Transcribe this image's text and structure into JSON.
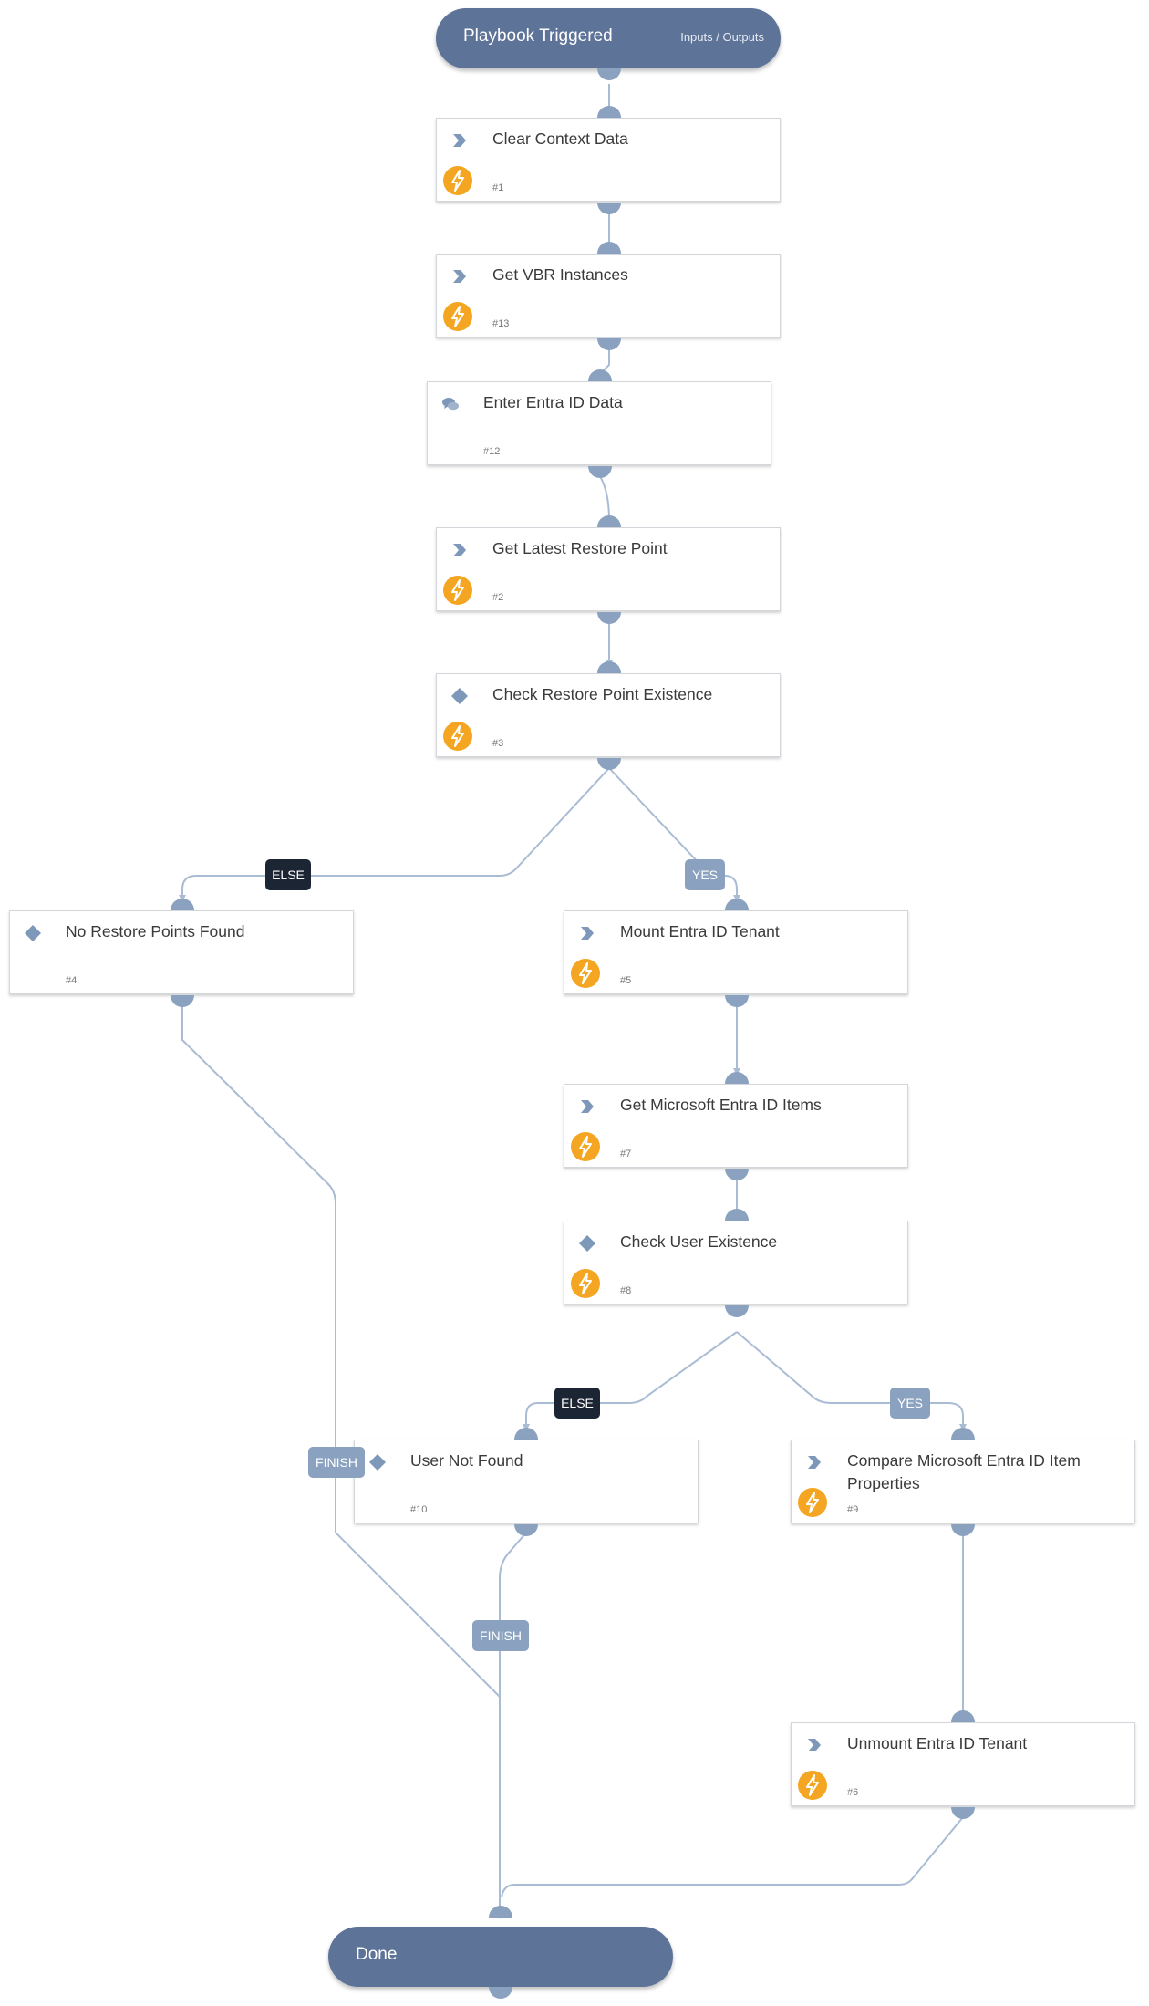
{
  "trigger": {
    "label": "Playbook Triggered",
    "link": "Inputs / Outputs"
  },
  "done": {
    "label": "Done"
  },
  "tasks": {
    "n1": {
      "title": "Clear Context Data",
      "num": "#1"
    },
    "n13": {
      "title": "Get VBR Instances",
      "num": "#13"
    },
    "n12": {
      "title": "Enter Entra ID Data",
      "num": "#12"
    },
    "n2": {
      "title": "Get Latest Restore Point",
      "num": "#2"
    },
    "n3": {
      "title": "Check Restore Point Existence",
      "num": "#3"
    },
    "n4": {
      "title": "No Restore Points Found",
      "num": "#4"
    },
    "n5": {
      "title": "Mount Entra ID Tenant",
      "num": "#5"
    },
    "n7": {
      "title": "Get Microsoft Entra ID Items",
      "num": "#7"
    },
    "n8": {
      "title": "Check User Existence",
      "num": "#8"
    },
    "n10": {
      "title": "User Not Found",
      "num": "#10"
    },
    "n9": {
      "title": "Compare Microsoft Entra ID Item Properties",
      "num": "#9"
    },
    "n6": {
      "title": "Unmount Entra ID Tenant",
      "num": "#6"
    }
  },
  "badges": {
    "else1": "ELSE",
    "yes1": "YES",
    "else2": "ELSE",
    "yes2": "YES",
    "finish1": "FINISH",
    "finish2": "FINISH"
  },
  "colors": {
    "pill": "#5e7398",
    "port": "#8aa2bf",
    "edge": "#a9bcd3",
    "bolt": "#f4a623",
    "else_badge": "#1b2533",
    "yes_badge": "#8aa2bf"
  }
}
